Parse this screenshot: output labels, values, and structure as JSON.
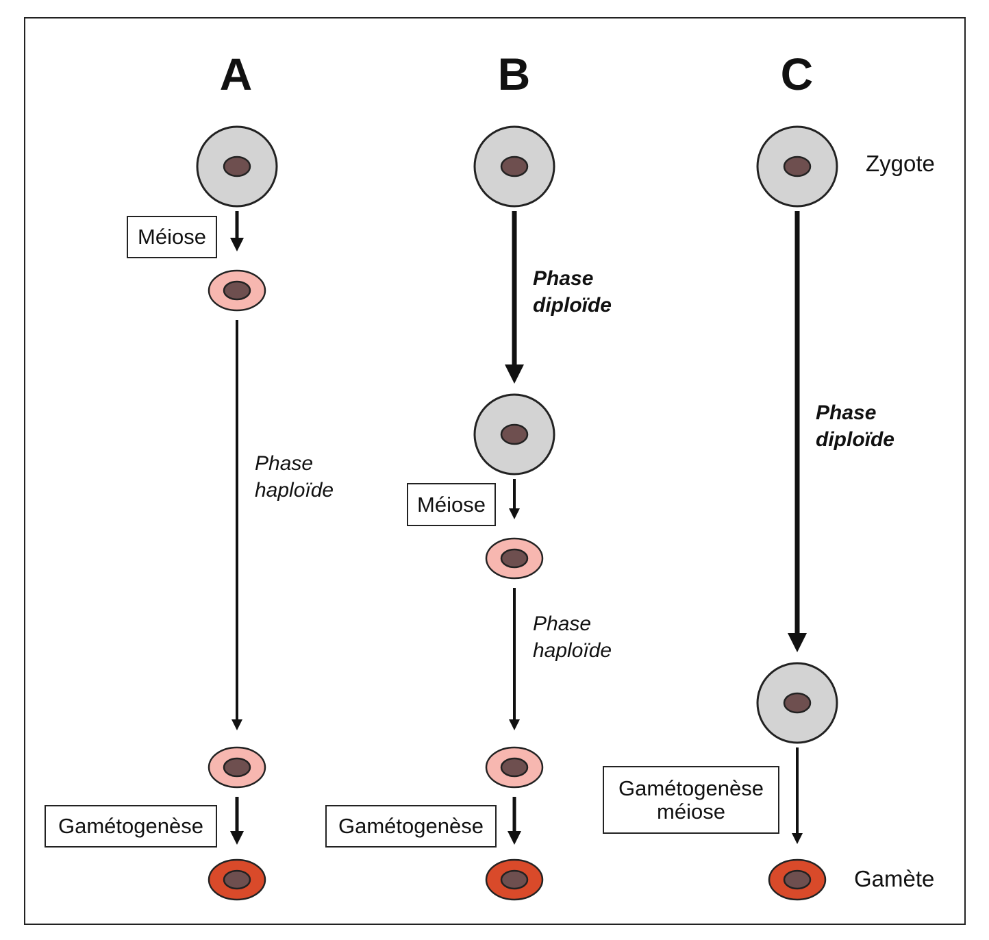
{
  "columns": [
    {
      "letter": "A"
    },
    {
      "letter": "B"
    },
    {
      "letter": "C"
    }
  ],
  "labels": {
    "meiose": "Méiose",
    "gametogenese": "Gamétogenèse",
    "gametogenese_meiose": "Gamétogenèse\nméiose",
    "phase_haploide": "Phase\nhaploïde",
    "phase_diploide": "Phase\ndiploïde",
    "zygote": "Zygote",
    "gamete": "Gamète"
  },
  "colors": {
    "diploid_cell": "#d3d3d3",
    "haploid_cell": "#f7b7b0",
    "gamete_cell": "#d94a2a",
    "nucleus": "#6e4f4f",
    "outline": "#222222"
  }
}
